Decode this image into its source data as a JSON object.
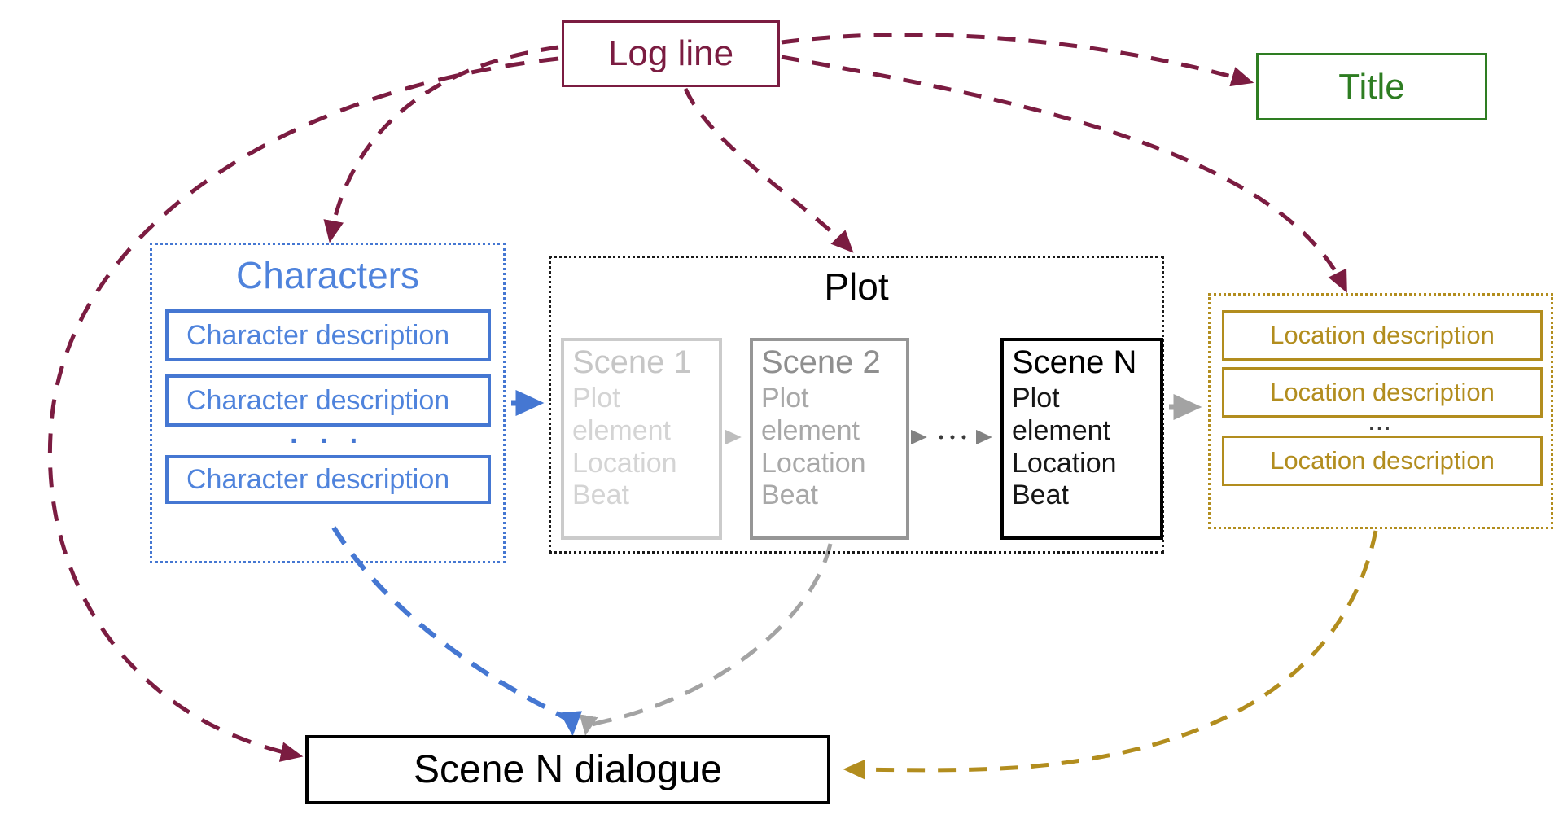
{
  "diagram": {
    "log_line": {
      "label": "Log line"
    },
    "title": {
      "label": "Title"
    },
    "characters": {
      "heading": "Characters",
      "items": [
        "Character description",
        "Character description",
        "Character description"
      ],
      "ellipsis": "· · ·"
    },
    "plot": {
      "heading": "Plot",
      "scenes": [
        {
          "name": "Scene 1",
          "lines": [
            "Plot",
            "element",
            "Location",
            "Beat"
          ]
        },
        {
          "name": "Scene 2",
          "lines": [
            "Plot",
            "element",
            "Location",
            "Beat"
          ]
        },
        {
          "name": "Scene N",
          "lines": [
            "Plot",
            "element",
            "Location",
            "Beat"
          ]
        }
      ]
    },
    "locations": {
      "items": [
        "Location description",
        "Location description",
        "Location description"
      ],
      "ellipsis": "..."
    },
    "scene_dialogue": {
      "label": "Scene N dialogue"
    }
  },
  "palette": {
    "maroon": "#7B1C41",
    "green": "#2E7D22",
    "blue": "#4577D2",
    "blue_text": "#4F83DC",
    "gold": "#B28D1E",
    "scene1_gray": "#CBCBCB",
    "scene2_gray": "#969696",
    "black": "#000000",
    "arrow_gray": "#A3A3A3"
  }
}
